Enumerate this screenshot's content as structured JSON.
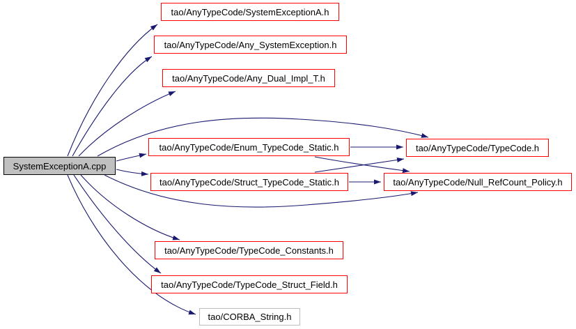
{
  "diagram": {
    "kind": "include-dependency-graph",
    "root": "SystemExceptionA.cpp",
    "colors": {
      "bg-color": "#ffffff",
      "edge-color": "#191970",
      "header-border": "#ff0000",
      "source-fill": "#c0c0c0",
      "source-border": "#000000",
      "external-border": "#bebebe",
      "text-color": "#000000"
    },
    "nodes": [
      {
        "id": "cpp",
        "label": "SystemExceptionA.cpp",
        "kind": "source"
      },
      {
        "id": "sysexa-h",
        "label": "tao/AnyTypeCode/SystemExceptionA.h",
        "kind": "header"
      },
      {
        "id": "any-sysex-h",
        "label": "tao/AnyTypeCode/Any_SystemException.h",
        "kind": "header"
      },
      {
        "id": "any-dual-h",
        "label": "tao/AnyTypeCode/Any_Dual_Impl_T.h",
        "kind": "header"
      },
      {
        "id": "enum-tc-h",
        "label": "tao/AnyTypeCode/Enum_TypeCode_Static.h",
        "kind": "header"
      },
      {
        "id": "typecode-h",
        "label": "tao/AnyTypeCode/TypeCode.h",
        "kind": "header"
      },
      {
        "id": "struct-tc-h",
        "label": "tao/AnyTypeCode/Struct_TypeCode_Static.h",
        "kind": "header"
      },
      {
        "id": "nullref-h",
        "label": "tao/AnyTypeCode/Null_RefCount_Policy.h",
        "kind": "header"
      },
      {
        "id": "tc-const-h",
        "label": "tao/AnyTypeCode/TypeCode_Constants.h",
        "kind": "header"
      },
      {
        "id": "tc-sfield-h",
        "label": "tao/AnyTypeCode/TypeCode_Struct_Field.h",
        "kind": "header"
      },
      {
        "id": "corba-str-h",
        "label": "tao/CORBA_String.h",
        "kind": "external"
      }
    ],
    "edges": [
      {
        "from": "SystemExceptionA.cpp",
        "to": "tao/AnyTypeCode/SystemExceptionA.h"
      },
      {
        "from": "SystemExceptionA.cpp",
        "to": "tao/AnyTypeCode/Any_SystemException.h"
      },
      {
        "from": "SystemExceptionA.cpp",
        "to": "tao/AnyTypeCode/Any_Dual_Impl_T.h"
      },
      {
        "from": "SystemExceptionA.cpp",
        "to": "tao/AnyTypeCode/Enum_TypeCode_Static.h"
      },
      {
        "from": "SystemExceptionA.cpp",
        "to": "tao/AnyTypeCode/TypeCode.h"
      },
      {
        "from": "SystemExceptionA.cpp",
        "to": "tao/AnyTypeCode/Struct_TypeCode_Static.h"
      },
      {
        "from": "SystemExceptionA.cpp",
        "to": "tao/AnyTypeCode/Null_RefCount_Policy.h"
      },
      {
        "from": "SystemExceptionA.cpp",
        "to": "tao/AnyTypeCode/TypeCode_Constants.h"
      },
      {
        "from": "SystemExceptionA.cpp",
        "to": "tao/AnyTypeCode/TypeCode_Struct_Field.h"
      },
      {
        "from": "SystemExceptionA.cpp",
        "to": "tao/CORBA_String.h"
      },
      {
        "from": "tao/AnyTypeCode/Enum_TypeCode_Static.h",
        "to": "tao/AnyTypeCode/TypeCode.h"
      },
      {
        "from": "tao/AnyTypeCode/Enum_TypeCode_Static.h",
        "to": "tao/AnyTypeCode/Null_RefCount_Policy.h"
      },
      {
        "from": "tao/AnyTypeCode/Struct_TypeCode_Static.h",
        "to": "tao/AnyTypeCode/TypeCode.h"
      },
      {
        "from": "tao/AnyTypeCode/Struct_TypeCode_Static.h",
        "to": "tao/AnyTypeCode/Null_RefCount_Policy.h"
      }
    ]
  }
}
